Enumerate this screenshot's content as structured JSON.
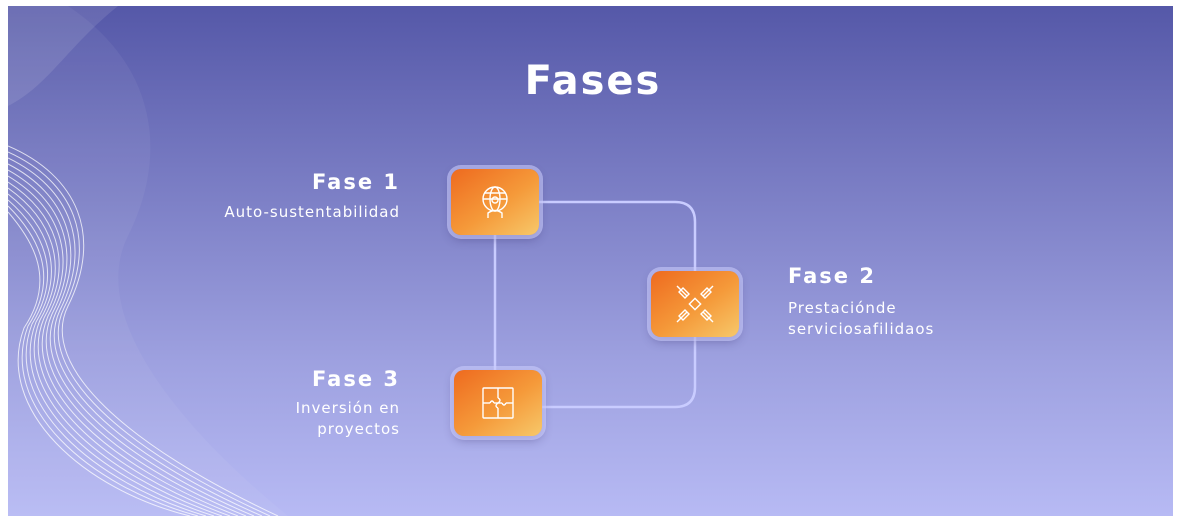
{
  "slide": {
    "title": "Fases"
  },
  "phases": [
    {
      "title": "Fase 1",
      "description": "Auto-sustentabilidad",
      "icon": "globe-person-icon"
    },
    {
      "title": "Fase 2",
      "description_lines": [
        "Prestaciónde",
        "serviciosafilidaos"
      ],
      "icon": "joined-hands-icon"
    },
    {
      "title": "Fase 3",
      "description_lines": [
        "Inversión en",
        "proyectos"
      ],
      "icon": "puzzle-icon"
    }
  ],
  "colors": {
    "background_top": "#5558a8",
    "background_bottom": "#b7baf4",
    "node_orange": "#ee6a1f",
    "node_light": "#f7c86a",
    "connector": "#c9ccff"
  }
}
